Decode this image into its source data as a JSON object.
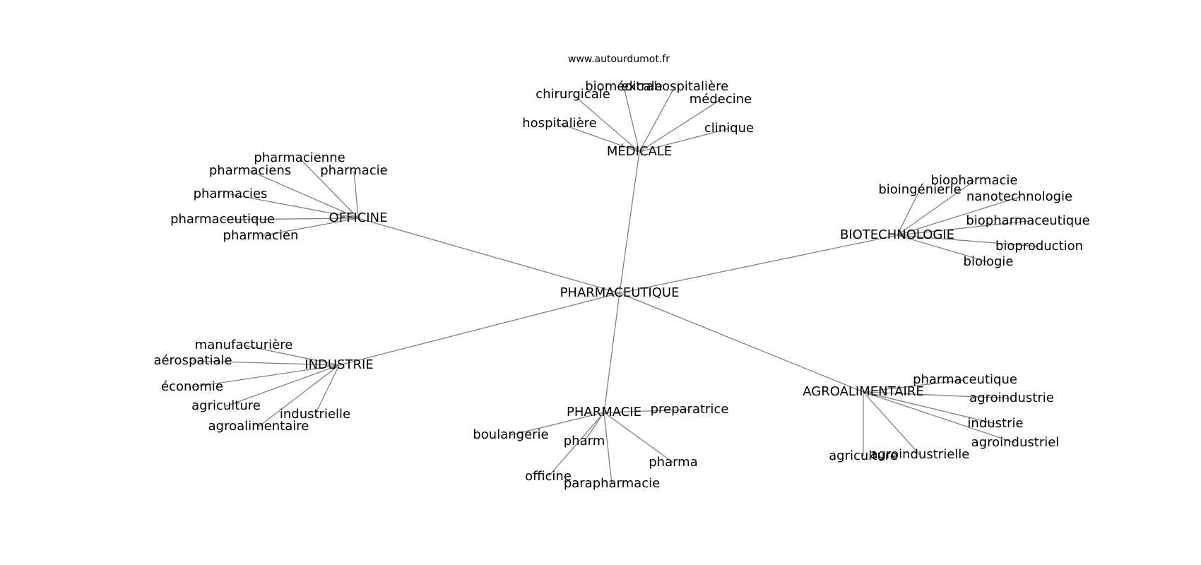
{
  "source": "www.autourdumot.fr",
  "graph": {
    "root": "PHARMACEUTIQUE",
    "hubs": [
      {
        "label": "MÉDICALE",
        "words": [
          "chirurgicale",
          "biomédicale",
          "extrahospitalière",
          "médecine",
          "hospitalière",
          "clinique"
        ]
      },
      {
        "label": "OFFICINE",
        "words": [
          "pharmacienne",
          "pharmaciens",
          "pharmacie",
          "pharmacies",
          "pharmaceutique",
          "pharmacien"
        ]
      },
      {
        "label": "BIOTECHNOLOGIE",
        "words": [
          "bioingénierie",
          "biopharmacie",
          "nanotechnologie",
          "biopharmaceutique",
          "bioproduction",
          "biologie"
        ]
      },
      {
        "label": "INDUSTRIE",
        "words": [
          "manufacturière",
          "aérospatiale",
          "économie",
          "agriculture",
          "agroalimentaire",
          "industrielle"
        ]
      },
      {
        "label": "PHARMACIE",
        "words": [
          "preparatrice",
          "boulangerie",
          "pharm",
          "pharma",
          "officine",
          "parapharmacie"
        ]
      },
      {
        "label": "AGROALIMENTAIRE",
        "words": [
          "pharmaceutique",
          "agroindustrie",
          "industrie",
          "agroindustriel",
          "agriculture",
          "agroindustrielle"
        ]
      }
    ]
  }
}
